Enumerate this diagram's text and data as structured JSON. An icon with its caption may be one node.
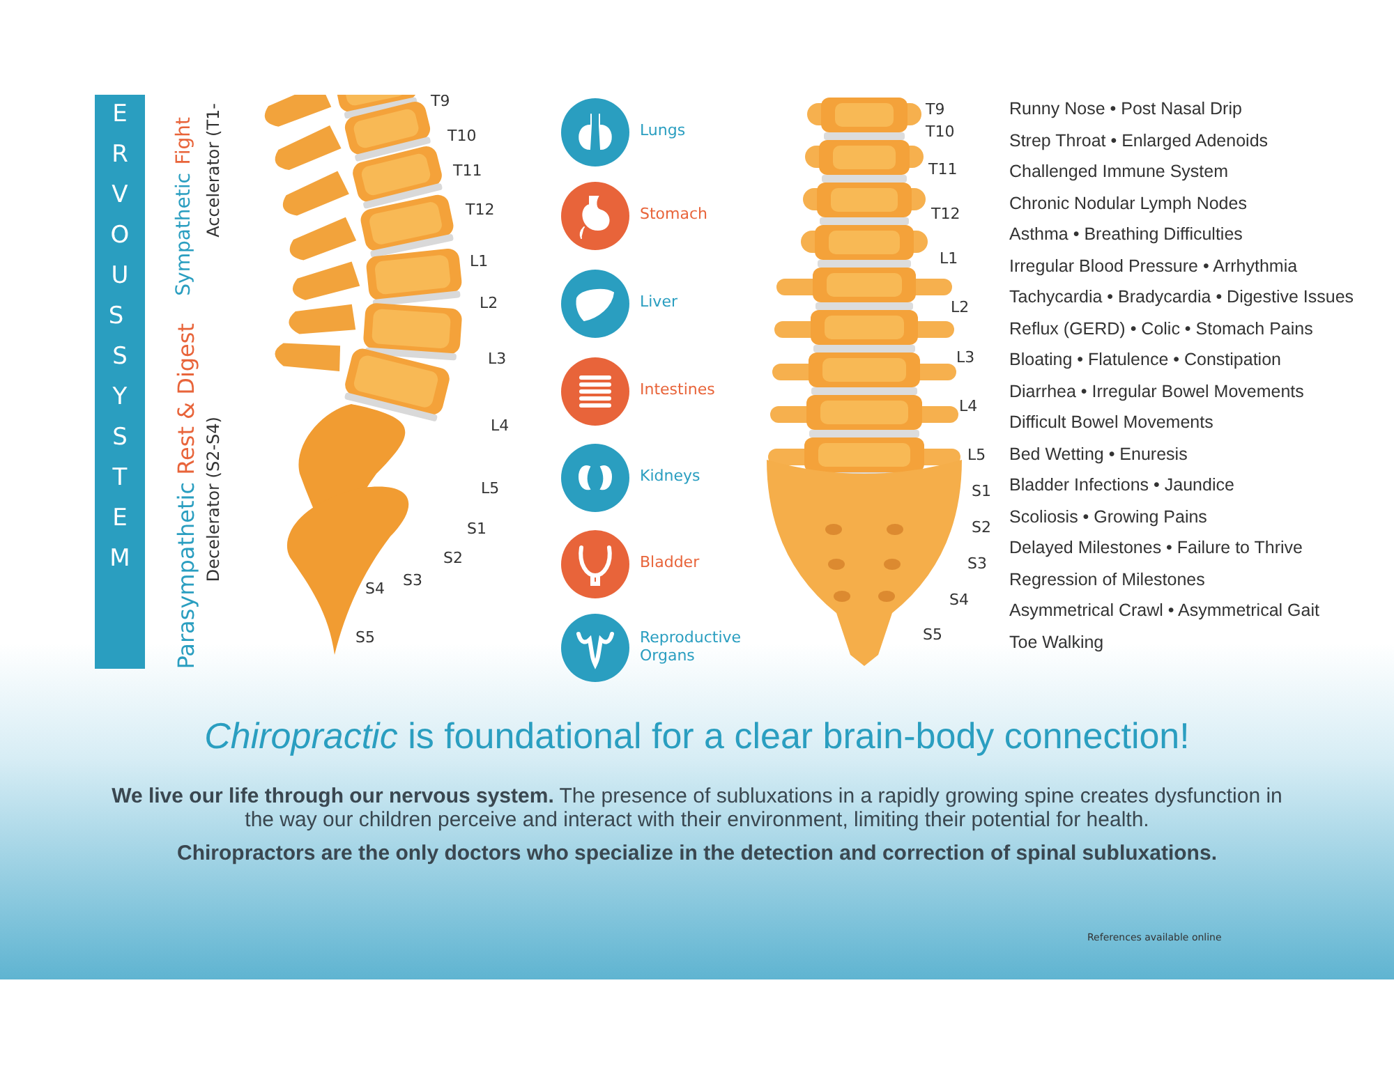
{
  "diagram": {
    "title": "*Chiropractic* is foundational for a clear brain-body connection!",
    "nodes": [
      {
        "text": [
          "ERVOUS SYSTEM"
        ]
      }
    ],
    "labels": [
      "Sympathetic",
      "Fight",
      "Accelerator (T1-",
      "Parasympathetic",
      "Rest & Digest",
      "Decelerator (S2-S4)",
      "T9",
      "T10",
      "T11",
      "T12",
      "L1",
      "L2",
      "L3",
      "L4",
      "L5",
      "S1",
      "S2",
      "S3",
      "S4",
      "S5",
      "Lungs",
      "Stomach",
      "Liver",
      "Intestines",
      "Kidneys",
      "Bladder",
      "Reproductive Organs",
      "T9",
      "T10",
      "T11",
      "T12",
      "L1",
      "L2",
      "L3",
      "L4",
      "L5",
      "S1",
      "S2",
      "S3",
      "S4",
      "S5",
      "Runny Nose • Post Nasal Drip",
      "Strep Throat • Enlarged Adenoids",
      "Challenged Immune System",
      "Chronic Nodular Lymph Nodes",
      "Asthma • Breathing Difficulties",
      "Irregular Blood Pressure • Arrhythmia",
      "Tachycardia • Bradycardia • Digestive Issues",
      "Reflux (GERD) • Colic • Stomach Pains",
      "Bloating • Flatulence • Constipation",
      "Diarrhea • Irregular Bowel Movements",
      "Difficult Bowel Movements",
      "Bed Wetting • Enuresis",
      "Bladder Infections • Jaundice",
      "Scoliosis • Growing Pains",
      "Delayed Milestones • Failure to Thrive",
      "Regression of Milestones",
      "Asymmetrical Crawl • Asymmetrical Gait",
      "Toe Walking",
      "**We live our life through our nervous system.** The presence of subluxations in a rapidly growing spine creates dysfunction in the way our children perceive and interact with their environment, limiting their potential for health.",
      "Chiropractors are the only doctors who specialize in the detection and correction of spinal subluxations.",
      "References available online"
    ]
  }
}
